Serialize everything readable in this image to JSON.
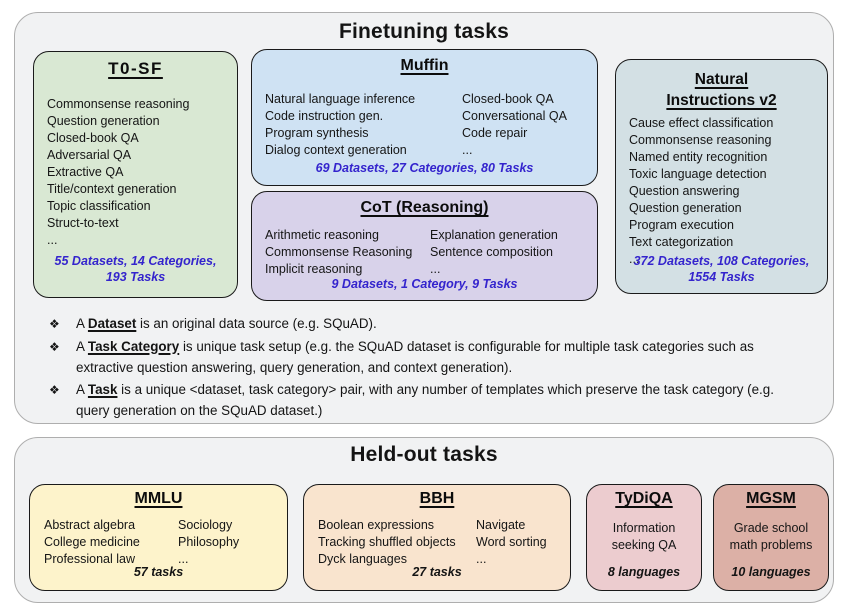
{
  "colors": {
    "panel_bg": "#f1f2f3",
    "t0sf_bg": "#d9e8d3",
    "muffin_bg": "#cfe2f3",
    "cot_bg": "#d8d2ea",
    "niv2_bg": "#d3e0e4",
    "mmlu_bg": "#fdf3cb",
    "bbh_bg": "#f9e4ce",
    "tydiqa_bg": "#eccccf",
    "mgsm_bg": "#dcb0a6",
    "stats_blue": "#3424cd"
  },
  "finetuning": {
    "title": "Finetuning tasks",
    "bullet_marker": "❖",
    "t0sf": {
      "title": "T0-SF",
      "tasks": [
        "Commonsense reasoning",
        "Question generation",
        "Closed-book QA",
        "Adversarial QA",
        "Extractive QA",
        "Title/context generation",
        "Topic classification",
        "Struct-to-text",
        "..."
      ],
      "stats_line1": "55 Datasets, 14 Categories,",
      "stats_line2": "193 Tasks"
    },
    "muffin": {
      "title": "Muffin",
      "col1": [
        "Natural language inference",
        "Code instruction gen.",
        "Program synthesis",
        "Dialog context generation"
      ],
      "col2": [
        "Closed-book QA",
        "Conversational QA",
        "Code repair",
        "..."
      ],
      "stats": "69 Datasets, 27 Categories, 80 Tasks"
    },
    "cot": {
      "title": "CoT (Reasoning)",
      "col1": [
        "Arithmetic reasoning",
        "Commonsense Reasoning",
        "Implicit reasoning"
      ],
      "col2": [
        "Explanation generation",
        "Sentence composition",
        "..."
      ],
      "stats": "9 Datasets, 1 Category, 9 Tasks"
    },
    "niv2": {
      "title_line1": "Natural",
      "title_line2": "Instructions v2",
      "tasks": [
        "Cause effect classification",
        "Commonsense reasoning",
        "Named entity recognition",
        "Toxic language detection",
        "Question answering",
        "Question generation",
        "Program execution",
        "Text categorization",
        "..."
      ],
      "stats_line1": "372 Datasets, 108 Categories,",
      "stats_line2": "1554 Tasks"
    },
    "notes": [
      {
        "prefix": "A ",
        "term": "Dataset",
        "rest": " is an original data source (e.g. SQuAD)."
      },
      {
        "prefix": "A ",
        "term": "Task Category",
        "rest": " is unique task setup (e.g. the SQuAD dataset is configurable for multiple task categories such as extractive question answering, query generation, and context generation)."
      },
      {
        "prefix": "A ",
        "term": "Task",
        "rest": " is a unique <dataset, task category> pair, with any number of templates which preserve the task category (e.g. query generation on the SQuAD dataset.)"
      }
    ]
  },
  "heldout": {
    "title": "Held-out tasks",
    "mmlu": {
      "title": "MMLU",
      "col1": [
        "Abstract algebra",
        "College medicine",
        "Professional law"
      ],
      "col2": [
        "Sociology",
        "Philosophy",
        "..."
      ],
      "stats": "57 tasks"
    },
    "bbh": {
      "title": "BBH",
      "col1": [
        "Boolean expressions",
        "Tracking shuffled objects",
        "Dyck languages"
      ],
      "col2": [
        "Navigate",
        "Word sorting",
        "..."
      ],
      "stats": "27 tasks"
    },
    "tydiqa": {
      "title": "TyDiQA",
      "desc_line1": "Information",
      "desc_line2": "seeking QA",
      "stats": "8 languages"
    },
    "mgsm": {
      "title": "MGSM",
      "desc_line1": "Grade school",
      "desc_line2": "math problems",
      "stats": "10 languages"
    }
  }
}
